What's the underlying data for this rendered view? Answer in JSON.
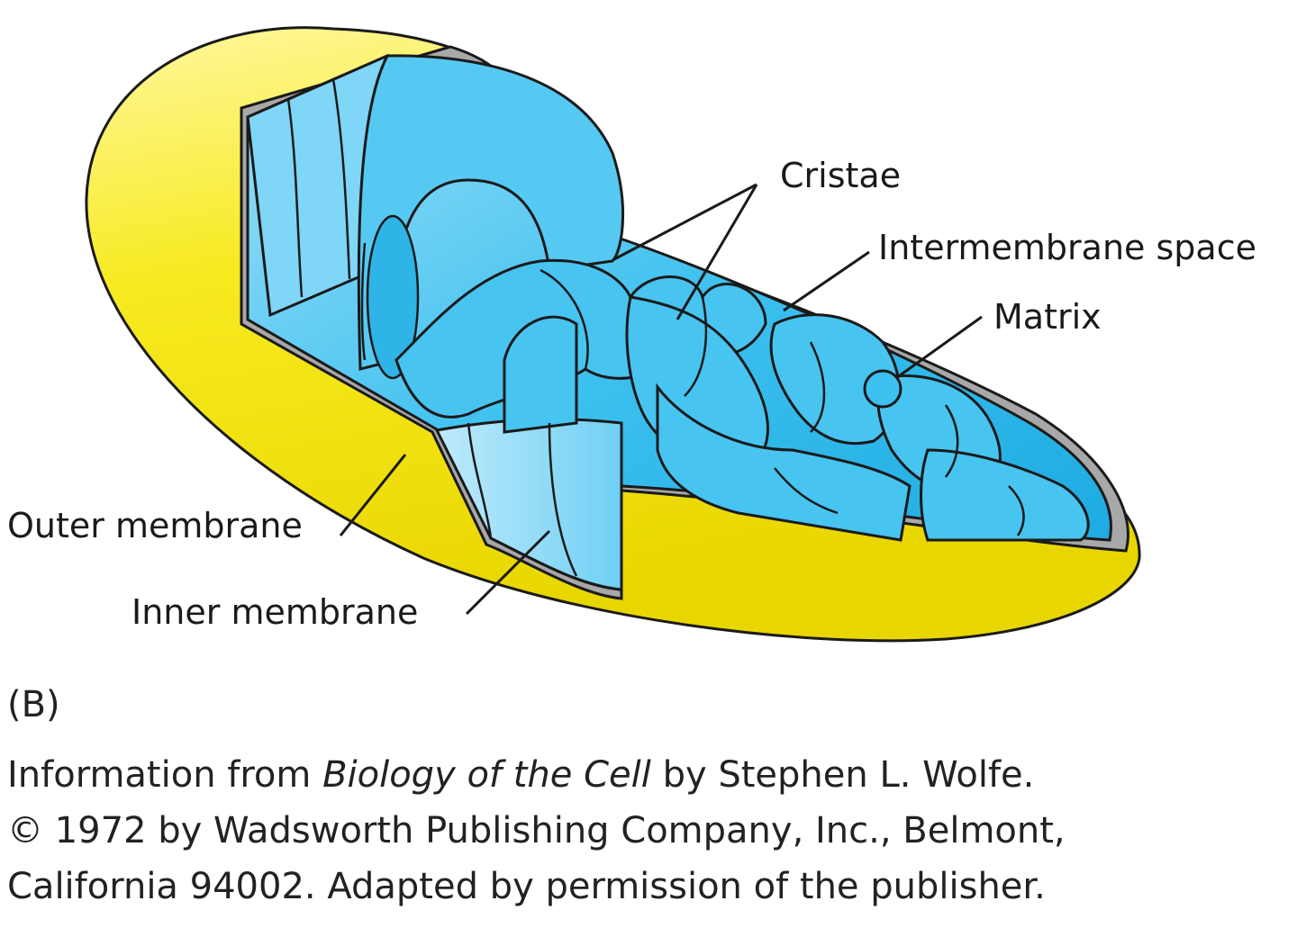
{
  "labels": {
    "cristae": "Cristae",
    "intermembrane_space": "Intermembrane space",
    "matrix": "Matrix",
    "outer_membrane": "Outer membrane",
    "inner_membrane": "Inner membrane"
  },
  "caption": {
    "panel": "(B)",
    "credit_prefix": "Information from ",
    "book_title": "Biology of the Cell",
    "credit_suffix": " by Stephen L. Wolfe.",
    "copyright": "© 1972 by Wadsworth Publishing Company, Inc., Belmont,",
    "permission": "California 94002. Adapted by permission of the publisher."
  },
  "colors": {
    "outer_membrane": "#f7ea1f",
    "inner_membrane": "#52c8f2",
    "intermembrane_space": "#a8a8a8",
    "outline": "#1a1a1a"
  }
}
